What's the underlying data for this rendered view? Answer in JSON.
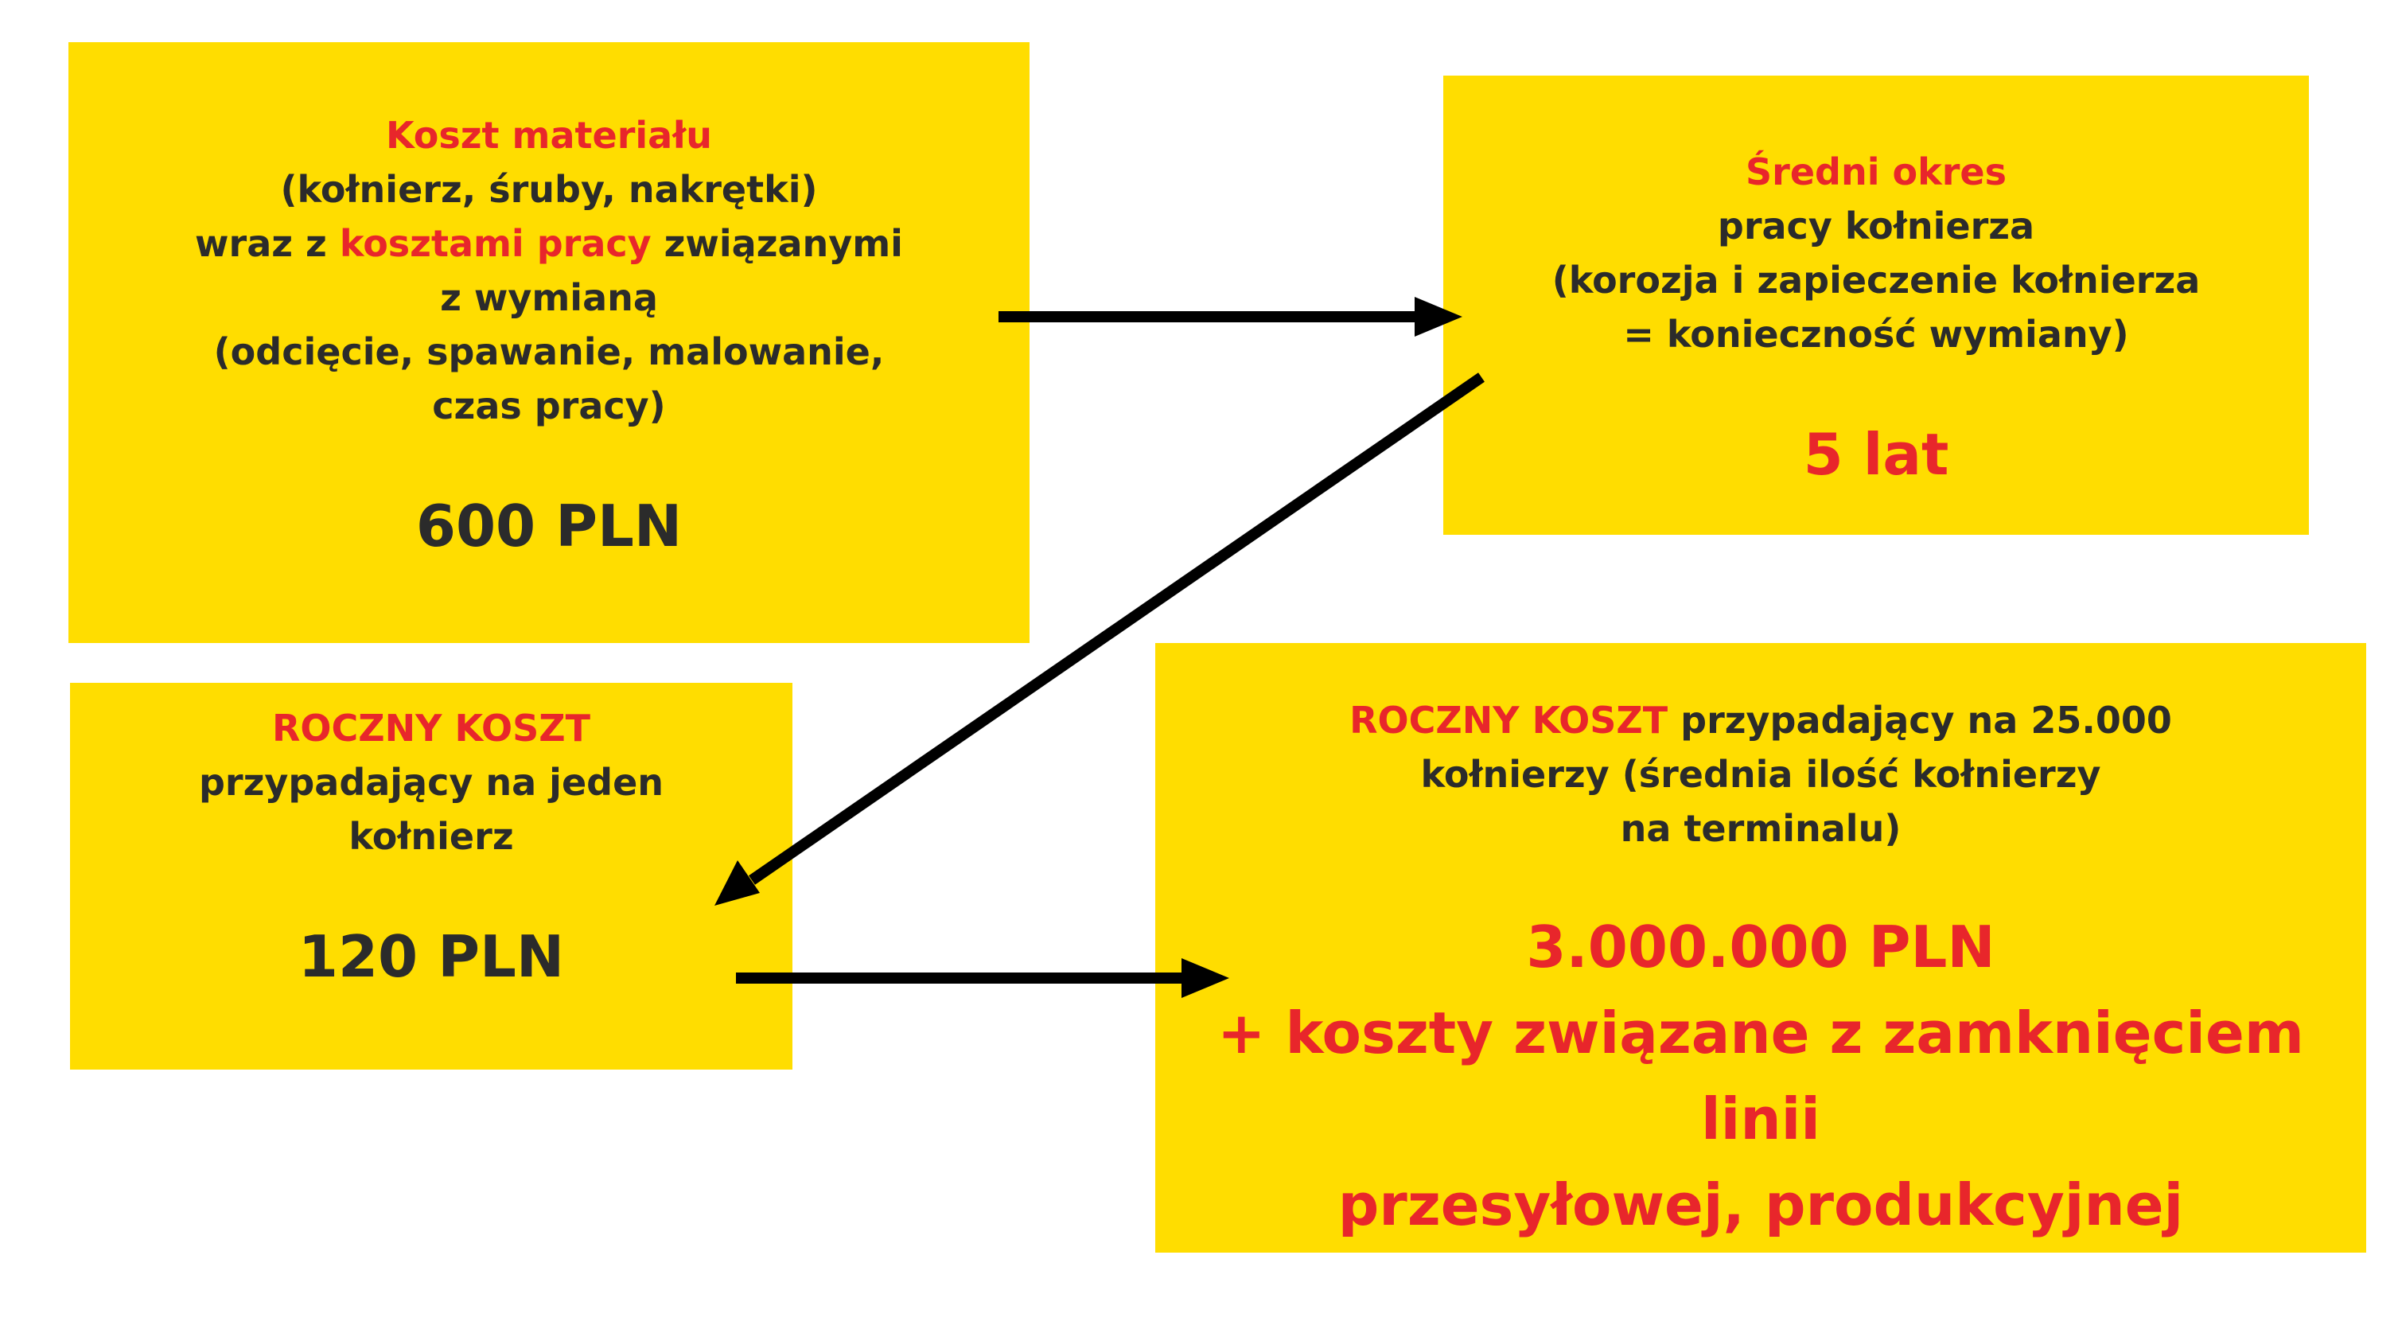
{
  "colors": {
    "box_fill": "#FFDD00",
    "accent_red": "#E8262B",
    "text_dark": "#2b2b2b",
    "arrow": "#000000"
  },
  "material_box": {
    "title": "Koszt materiału",
    "line1": "(kołnierz, śruby, nakrętki)",
    "line2_prefix": "wraz z ",
    "line2_highlight": "kosztami pracy",
    "line2_suffix": " związanymi",
    "line3": "z wymianą",
    "line4": "(odcięcie, spawanie, malowanie,",
    "line5": "czas pracy)",
    "value": "600 PLN"
  },
  "period_box": {
    "title": "Średni okres",
    "line1": "pracy kołnierza",
    "line2": "(korozja i zapieczenie kołnierza",
    "line3": "= konieczność wymiany)",
    "value": "5 lat"
  },
  "annual_box": {
    "title": "ROCZNY KOSZT",
    "line1": "przypadający na jeden",
    "line2": "kołnierz",
    "value": "120 PLN"
  },
  "total_box": {
    "title_highlight": "ROCZNY KOSZT",
    "title_suffix": " przypadający na 25.000",
    "line1": "kołnierzy (średnia ilość kołnierzy",
    "line2": "na terminalu)",
    "value": "3.000.000 PLN",
    "extra1": "+ koszty związane z zamknięciem",
    "extra2": "linii",
    "extra3": "przesyłowej, produkcyjnej"
  }
}
